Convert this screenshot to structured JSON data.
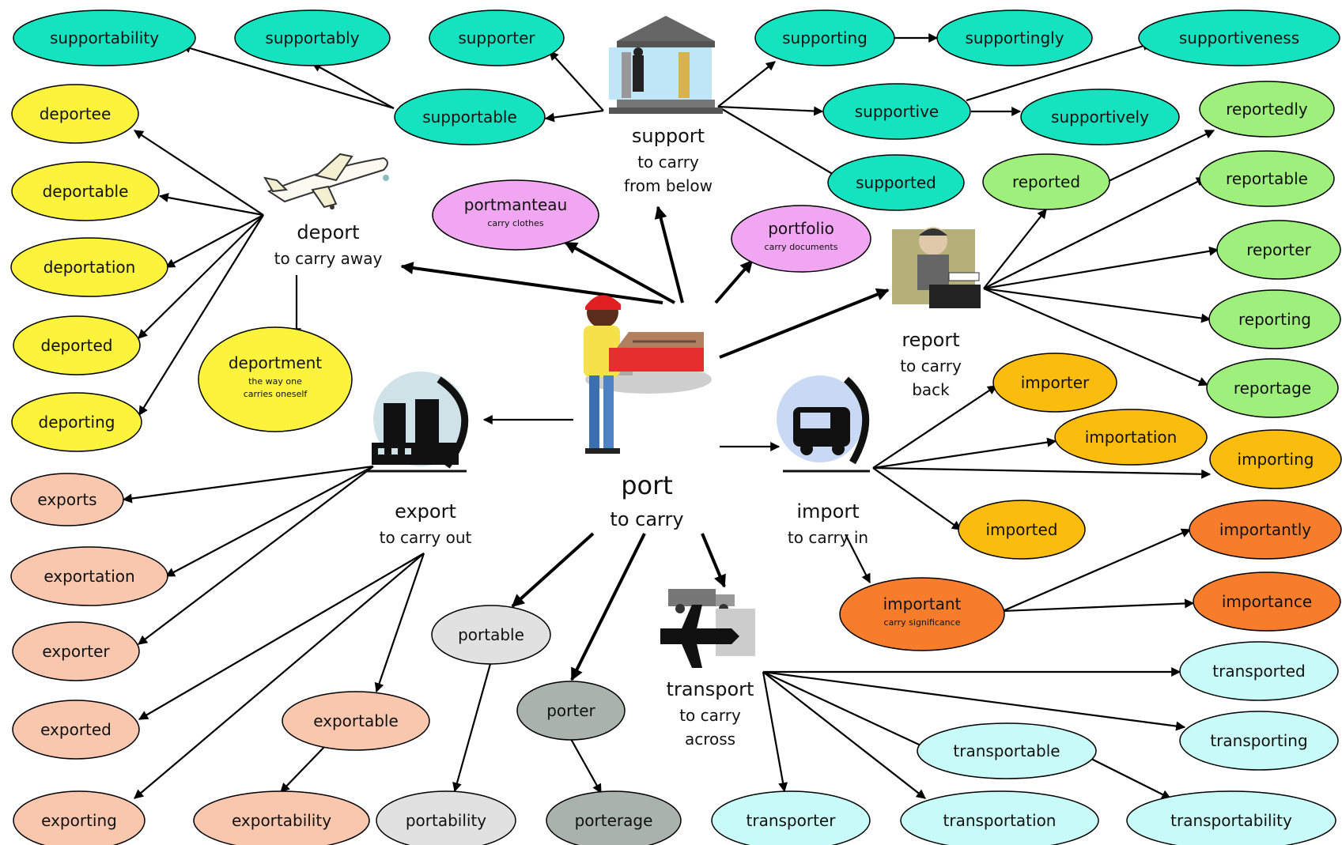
{
  "colors": {
    "support": "#15e3c0",
    "deport": "#fbf33c",
    "export": "#f9c6ae",
    "port_words": "#f1a6f1",
    "report": "#9eef7c",
    "import": "#fbbd0d",
    "important": "#f77d2c",
    "transport": "#c8fbf8",
    "portable": "#e1e1e1",
    "porter": "#a9b2ac"
  },
  "root": {
    "word": "port",
    "meaning": "to carry",
    "icon": "porter-carrying-box-icon"
  },
  "hubs": {
    "support": {
      "word": "support",
      "meaning_lines": [
        "to carry",
        "from below"
      ],
      "icon": "temple-columns-icon"
    },
    "deport": {
      "word": "deport",
      "meaning_lines": [
        "to carry away"
      ],
      "icon": "airplane-icon"
    },
    "export": {
      "word": "export",
      "meaning_lines": [
        "to carry out"
      ],
      "icon": "factory-icon"
    },
    "import": {
      "word": "import",
      "meaning_lines": [
        "to carry in"
      ],
      "icon": "car-icon"
    },
    "report": {
      "word": "report",
      "meaning_lines": [
        "to carry",
        "back"
      ],
      "icon": "typist-reporter-icon"
    },
    "transport": {
      "word": "transport",
      "meaning_lines": [
        "to carry",
        "across"
      ],
      "icon": "plane-truck-icon"
    }
  },
  "words": {
    "supportability": {
      "label": "supportability"
    },
    "supportably": {
      "label": "supportably"
    },
    "supporter": {
      "label": "supporter"
    },
    "supportable": {
      "label": "supportable"
    },
    "supporting": {
      "label": "supporting"
    },
    "supportingly": {
      "label": "supportingly"
    },
    "supportiveness": {
      "label": "supportiveness"
    },
    "supportive": {
      "label": "supportive"
    },
    "supportively": {
      "label": "supportively"
    },
    "supported": {
      "label": "supported"
    },
    "deportee": {
      "label": "deportee"
    },
    "deportable": {
      "label": "deportable"
    },
    "deportation": {
      "label": "deportation"
    },
    "deported": {
      "label": "deported"
    },
    "deporting": {
      "label": "deporting"
    },
    "deportment": {
      "label": "deportment",
      "sub": [
        "the way one",
        "carries oneself"
      ]
    },
    "portmanteau": {
      "label": "portmanteau",
      "sub": [
        "carry clothes"
      ]
    },
    "portfolio": {
      "label": "portfolio",
      "sub": [
        "carry documents"
      ]
    },
    "reportedly": {
      "label": "reportedly"
    },
    "reported": {
      "label": "reported"
    },
    "reportable": {
      "label": "reportable"
    },
    "reporter": {
      "label": "reporter"
    },
    "reporting": {
      "label": "reporting"
    },
    "reportage": {
      "label": "reportage"
    },
    "importer": {
      "label": "importer"
    },
    "importation": {
      "label": "importation"
    },
    "importing": {
      "label": "importing"
    },
    "imported": {
      "label": "imported"
    },
    "importantly": {
      "label": "importantly"
    },
    "importance": {
      "label": "importance"
    },
    "important": {
      "label": "important",
      "sub": [
        "carry significance"
      ]
    },
    "exports": {
      "label": "exports"
    },
    "exportation": {
      "label": "exportation"
    },
    "exporter": {
      "label": "exporter"
    },
    "exported": {
      "label": "exported"
    },
    "exportable": {
      "label": "exportable"
    },
    "exporting": {
      "label": "exporting"
    },
    "exportability": {
      "label": "exportability"
    },
    "portable": {
      "label": "portable"
    },
    "portability": {
      "label": "portability"
    },
    "porter": {
      "label": "porter"
    },
    "porterage": {
      "label": "porterage"
    },
    "transported": {
      "label": "transported"
    },
    "transporting": {
      "label": "transporting"
    },
    "transportable": {
      "label": "transportable"
    },
    "transporter": {
      "label": "transporter"
    },
    "transportation": {
      "label": "transportation"
    },
    "transportability": {
      "label": "transportability"
    }
  }
}
